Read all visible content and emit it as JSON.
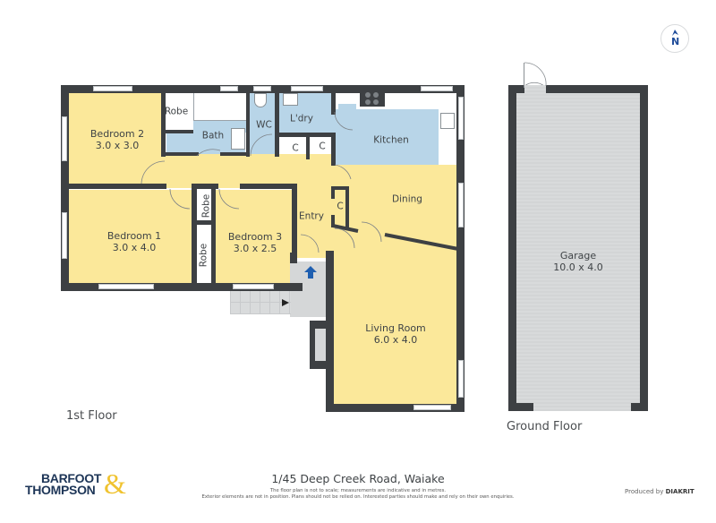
{
  "compass": {
    "label": "N",
    "icon": "north-arrow-icon"
  },
  "floors": [
    {
      "label": "1st Floor"
    },
    {
      "label": "Ground Floor"
    }
  ],
  "rooms": {
    "bedroom2": {
      "name": "Bedroom 2",
      "dims": "3.0 x 3.0"
    },
    "bedroom1": {
      "name": "Bedroom 1",
      "dims": "3.0 x 4.0"
    },
    "bedroom3": {
      "name": "Bedroom 3",
      "dims": "3.0 x 2.5"
    },
    "robe_top": {
      "name": "Robe"
    },
    "robe_mid": {
      "name": "Robe"
    },
    "robe_low": {
      "name": "Robe"
    },
    "bath": {
      "name": "Bath"
    },
    "wc": {
      "name": "WC"
    },
    "laundry": {
      "name": "L'dry"
    },
    "kitchen": {
      "name": "Kitchen"
    },
    "closet1": {
      "name": "C"
    },
    "closet2": {
      "name": "C"
    },
    "closet3": {
      "name": "C"
    },
    "dining": {
      "name": "Dining"
    },
    "entry": {
      "name": "Entry"
    },
    "living": {
      "name": "Living Room",
      "dims": "6.0 x 4.0"
    },
    "garage": {
      "name": "Garage",
      "dims": "10.0 x 4.0"
    }
  },
  "footer": {
    "address": "1/45 Deep Creek Road, Waiake",
    "disclaimer_line1": "The floor plan is not to scale; measurements are indicative and in metres.",
    "disclaimer_line2": "Exterior elements are not in position. Plans should not be relied on. Interested parties should make and rely on their own enquiries.",
    "brand_line1": "BARFOOT",
    "brand_line2": "THOMPSON",
    "brand_amp": "&",
    "produced_prefix": "Produced by ",
    "produced_brand": "DIAKRIT"
  },
  "colors": {
    "living_fill": "#fbe89a",
    "wet_fill": "#b8d5e8",
    "garage_fill": "#d5d7d8",
    "wall": "#3d4043",
    "brand_blue": "#1d3557",
    "brand_gold": "#f0c330",
    "entry_arrow": "#1f5fb0"
  }
}
